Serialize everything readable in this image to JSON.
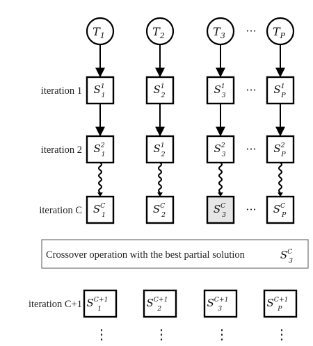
{
  "columns": [
    {
      "thread": "T",
      "thread_sub": "1",
      "iter1": {
        "base": "S",
        "sup": "1",
        "sub": "1"
      },
      "iter2": {
        "base": "S",
        "sup": "2",
        "sub": "1"
      },
      "iterC": {
        "base": "S",
        "sup": "C",
        "sub": "1"
      },
      "iterC1": {
        "base": "S",
        "sup": "C+1",
        "sub": "1"
      }
    },
    {
      "thread": "T",
      "thread_sub": "2",
      "iter1": {
        "base": "S",
        "sup": "1",
        "sub": "2"
      },
      "iter2": {
        "base": "S",
        "sup": "1",
        "sub": "2"
      },
      "iterC": {
        "base": "S",
        "sup": "C",
        "sub": "2"
      },
      "iterC1": {
        "base": "S",
        "sup": "C+1",
        "sub": "2"
      }
    },
    {
      "thread": "T",
      "thread_sub": "3",
      "iter1": {
        "base": "S",
        "sup": "1",
        "sub": "3"
      },
      "iter2": {
        "base": "S",
        "sup": "2",
        "sub": "3"
      },
      "iterC": {
        "base": "S",
        "sup": "C",
        "sub": "3"
      },
      "iterC1": {
        "base": "S",
        "sup": "C+1",
        "sub": "3"
      }
    },
    {
      "thread": "T",
      "thread_sub": "P",
      "iter1": {
        "base": "S",
        "sup": "1",
        "sub": "P"
      },
      "iter2": {
        "base": "S",
        "sup": "2",
        "sub": "P"
      },
      "iterC": {
        "base": "S",
        "sup": "C",
        "sub": "P"
      },
      "iterC1": {
        "base": "S",
        "sup": "C+1",
        "sub": "P"
      }
    }
  ],
  "row_labels": {
    "iter1": "iteration 1",
    "iter2": "iteration 2",
    "iterC": "iteration C",
    "iterC1": "iteration C+1"
  },
  "ellipsis": "···",
  "vertical_ellipsis": "⋮",
  "highlight": {
    "column": 2,
    "row": "iterC",
    "color": "#e6e6e6"
  },
  "crossover": {
    "text": "Crossover operation with the best partial solution ",
    "math": {
      "base": "S",
      "sup": "C",
      "sub": "3"
    }
  }
}
